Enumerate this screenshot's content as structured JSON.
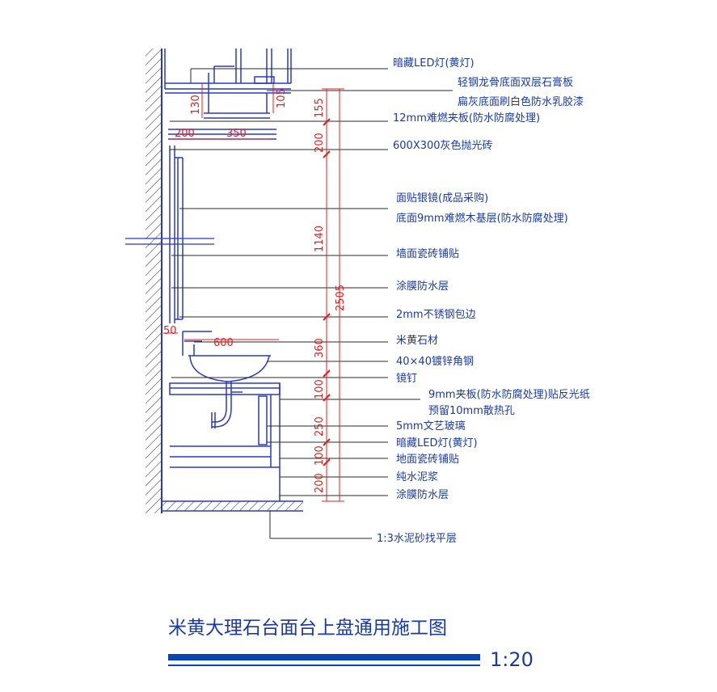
{
  "callouts": [
    "暗藏LED灯(黄灯)",
    "轻钢龙骨底面双层石膏板",
    "扁灰底面刷白色防水乳胶漆",
    "12mm难燃夹板(防水防腐处理)",
    "600X300灰色抛光砖",
    "面贴银镜(成品采购)",
    "底面9mm难燃木基层(防水防腐处理)",
    "墙面瓷砖铺贴",
    "涂膜防水层",
    "2mm不锈钢包边",
    "米黄石材",
    "40×40镀锌角钢",
    "镜钉",
    "9mm夹板(防水防腐处理)贴反光纸",
    "预留10mm散热孔",
    "5mm文艺玻璃",
    "暗藏LED灯(黄灯)",
    "地面瓷砖铺贴",
    "纯水泥浆",
    "涂膜防水层",
    "1:3水泥砂找平层"
  ],
  "dimensions": {
    "ceiling_130": "130",
    "ceiling_105": "105",
    "h_200": "200",
    "h_350": "350",
    "h_50": "50",
    "h_600": "600",
    "chain": [
      "155",
      "200",
      "1140",
      "360",
      "100",
      "250",
      "100",
      "200"
    ],
    "total": "2505"
  },
  "title": "米黄大理石台面台上盘通用施工图",
  "scale": "1:20",
  "colors": {
    "structure": "#2838c8",
    "wall_hatch": "#404040",
    "leader": "#2a2a2a",
    "dimension": "#e02020",
    "text": "#1a3aa0",
    "title_bar": "#0a44b0"
  }
}
